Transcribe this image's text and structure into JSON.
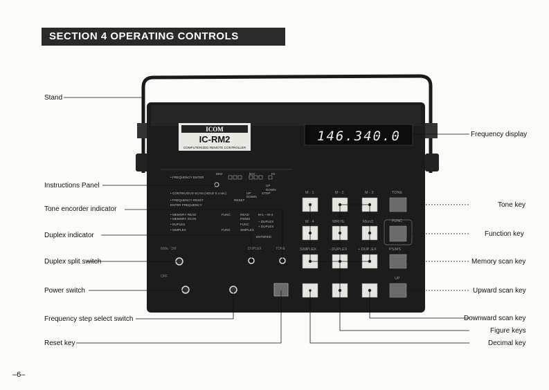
{
  "section_title": "SECTION 4  OPERATING CONTROLS",
  "page_number": "–6–",
  "left_labels": {
    "stand": "Stand",
    "instructions_panel": "Instructions Panel",
    "tone_indicator": "Tone encorder indicator",
    "duplex_indicator": "Duplex indicator",
    "duplex_split_switch": "Duplex split switch",
    "power_switch": "Power switch",
    "freq_step_switch": "Frequency step select switch",
    "reset_key": "Reset key"
  },
  "right_labels": {
    "frequency_display": "Frequency display",
    "tone_key": "Tone key",
    "function_key": "Function key",
    "memory_scan_key": "Memory scan key",
    "upward_scan_key": "Upward scan key",
    "downward_scan_key": "Downward scan key",
    "figure_keys": "Figure keys",
    "decimal_key": "Decimal key"
  },
  "device": {
    "brand": "ICOM",
    "model": "IC-RM2",
    "subtitle": "COMPUTERIZED REMOTE CONTROLLER",
    "display_value": "146.340.0"
  },
  "panel_text": {
    "freq_enter": "• FREQUENCY ENTER",
    "mhz": "MHz",
    "khz": "kHz",
    "hz": "Hz",
    "continuous_scan": "• CONTINUOUS  SCAN (HOLD 0.4 sec)",
    "up": "UP",
    "down": "DOWN",
    "stop": "STOP",
    "freq_reset": "• FREQUENCY RESET",
    "reset": "RESET",
    "enter_frequency": "ENTER FREQUENCY",
    "memory_read": "• MEMORY READ",
    "func": "FUNC",
    "read": "READ",
    "m1_m4": "M-1 ~ M-4",
    "memory_scan": "• MEMORY SCAN",
    "ps_ms": "PS/MS",
    "duplex": "• DUPLEX",
    "minus_duplex": "– DUPLEX",
    "plus_duplex": "+ DUPLEX",
    "simplex_line": "• SIMPLEX",
    "simplex": "SIMPLEX",
    "entered": "ENTERED"
  },
  "key_labels": {
    "m1": "M - 1",
    "m2": "M - 2",
    "m3": "M - 3",
    "m4": "M - 4",
    "write": "WRITE",
    "read": "READ",
    "tone": "TONE",
    "func": "FUNC",
    "simplex": "SIMPLEX",
    "minus_duplex": "- DUPLEX",
    "plus_duplex": "+ DUPLEX",
    "ps_ms": "PS/MS",
    "off": "OFF",
    "up": "UP",
    "duplex_ind": "DUPLEX",
    "tone_ind": "TONE",
    "split": "600k · 1M"
  }
}
